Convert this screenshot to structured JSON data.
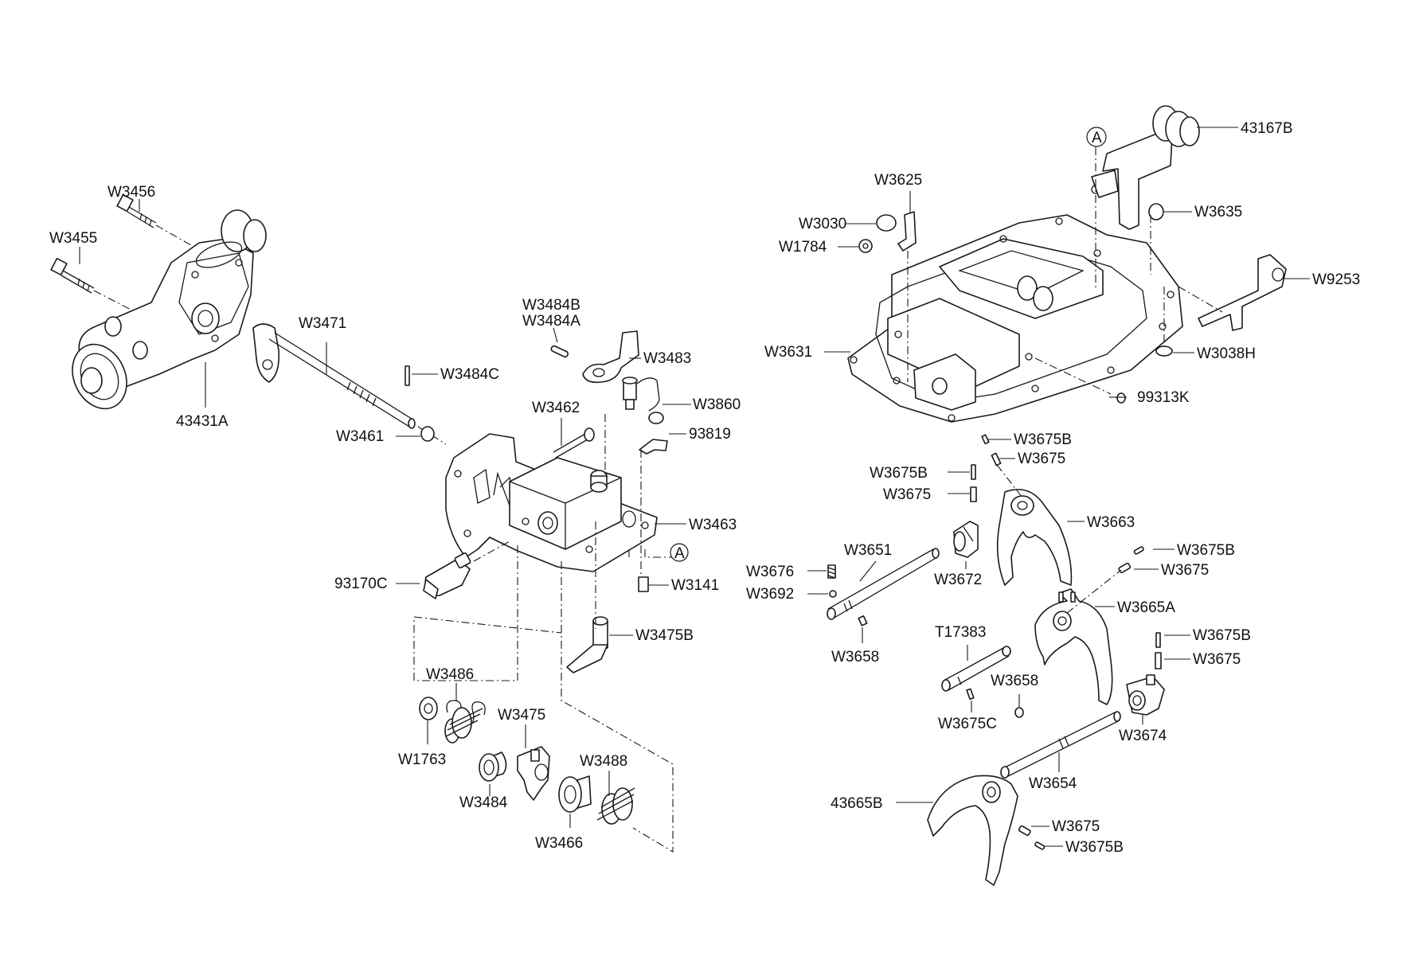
{
  "callouts": {
    "W3456": "W3456",
    "W3455": "W3455",
    "43431A": "43431A",
    "W3471": "W3471",
    "W3484C": "W3484C",
    "W3461": "W3461",
    "W3484B": "W3484B",
    "W3484A": "W3484A",
    "W3483": "W3483",
    "W3462": "W3462",
    "W3860": "W3860",
    "93819": "93819",
    "W3463": "W3463",
    "A_left": "A",
    "93170C": "93170C",
    "W3141": "W3141",
    "W3475B": "W3475B",
    "W3486": "W3486",
    "W1763": "W1763",
    "W3475": "W3475",
    "W3484": "W3484",
    "W3488": "W3488",
    "W3466": "W3466",
    "A_right": "A",
    "43167B": "43167B",
    "W3625": "W3625",
    "W3030": "W3030",
    "W1784": "W1784",
    "W3635": "W3635",
    "W9253": "W9253",
    "W3631": "W3631",
    "W3038H": "W3038H",
    "99313K": "99313K",
    "W3675B_1": "W3675B",
    "W3675_1": "W3675",
    "W3675B_2": "W3675B",
    "W3675_2": "W3675",
    "W3663": "W3663",
    "W3651": "W3651",
    "W3676": "W3676",
    "W3672": "W3672",
    "W3692": "W3692",
    "W3675B_3": "W3675B",
    "W3675_3": "W3675",
    "W3665A": "W3665A",
    "W3658_1": "W3658",
    "T17383": "T17383",
    "W3675B_4": "W3675B",
    "W3675_4": "W3675",
    "W3658_2": "W3658",
    "W3675C": "W3675C",
    "W3674": "W3674",
    "W3654": "W3654",
    "43665B": "43665B",
    "W3675_5": "W3675",
    "W3675B_5": "W3675B"
  }
}
